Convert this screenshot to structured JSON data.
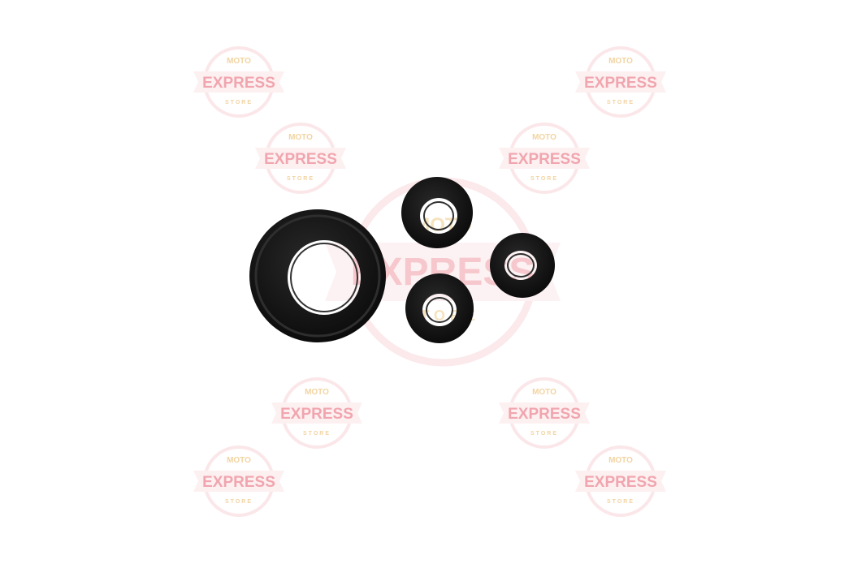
{
  "product_photo": {
    "subject": "set of four black rubber oil seals",
    "background_color": "#ffffff",
    "seal_color": "#141414"
  },
  "watermark": {
    "line_top": "MOTO",
    "line_main": "EXPRESS",
    "line_bottom": "STORE",
    "main_color": "#e0485a",
    "accent_color": "#e8b860"
  }
}
